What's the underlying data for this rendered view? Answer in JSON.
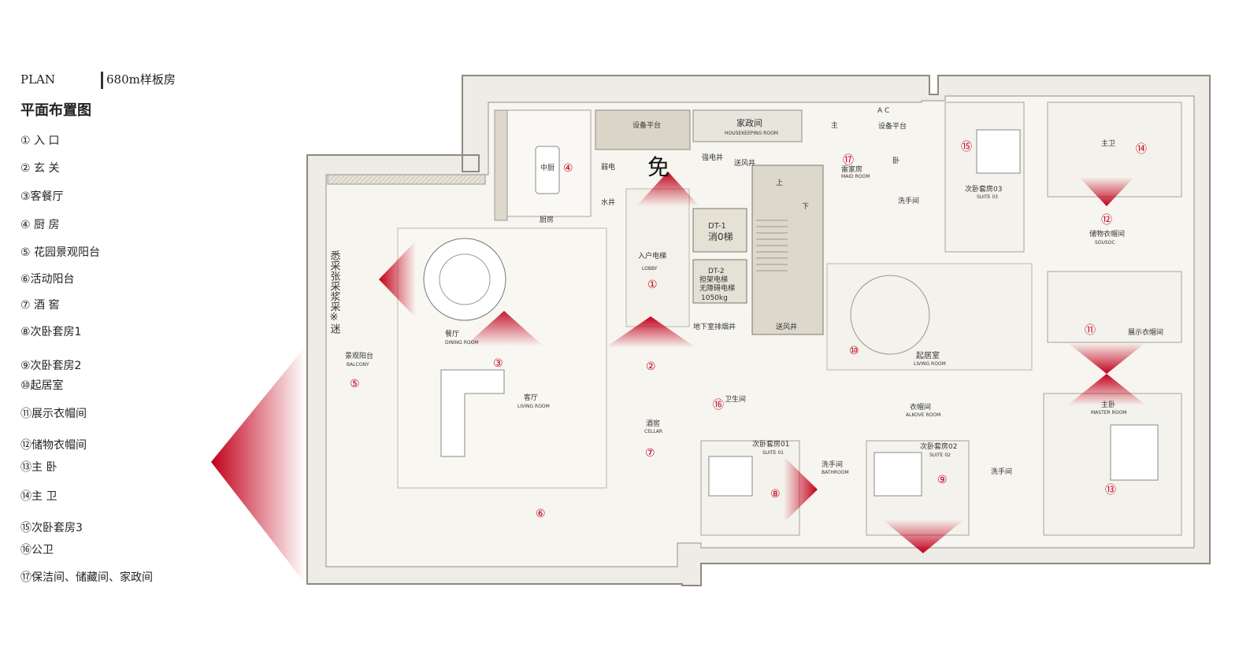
{
  "header": {
    "plan": "PLAN",
    "area": "680m样板房",
    "subtitle": "平面布置图"
  },
  "legend": [
    "① 入  口",
    "② 玄  关",
    "③客餐厅",
    "④ 厨  房",
    "⑤  花园景观阳台",
    "⑥活动阳台",
    "⑦ 酒  窖",
    "⑧次卧套房1",
    "⑨次卧套房2",
    "⑩起居室",
    "⑪展示衣帽间",
    "⑫储物衣帽间",
    "⑬主  卧",
    "⑭主  卫",
    "⑮次卧套房3",
    "⑯公卫",
    "⑰保洁间、储藏间、家政间"
  ],
  "plan_labels": {
    "equip1": "设备平台",
    "equip2": "设备平台",
    "housekeeping": "家政间",
    "housekeeping_en": "HOUSEKEEPING ROOM",
    "kitchen": "厨房",
    "kitchen_cn": "中厨",
    "weak": "弱电",
    "strong": "强电井",
    "fresh_air": "送风井",
    "water": "水井",
    "dt1": "DT-1",
    "fire_lift": "消0梯",
    "dt2": "DT-2",
    "lift2": "担架电梯",
    "lift2b": "无障碍电梯",
    "load": "1050kg",
    "lobby": "入户电梯",
    "lobby_en": "LOBBY",
    "basement": "地下室排烟井",
    "air": "送风井",
    "maid": "雷家房",
    "maid_en": "MAID ROOM",
    "wash1": "洗手间",
    "dining": "餐厅",
    "dining_en": "DINING ROOM",
    "living": "客厅",
    "living_en": "LIVING ROOM",
    "balcony": "景观阳台",
    "balcony_en": "BALCONY",
    "cellar": "酒窖",
    "cellar_en": "CELLAR",
    "public_wc": "卫生间",
    "suite1": "次卧套房01",
    "suite1_en": "SUITE 01",
    "wash2": "洗手间",
    "bathroom": "BATHROOM",
    "cloak": "衣帽间",
    "cloak_en": "ALKOVE ROOM",
    "suite2": "次卧套房02",
    "suite2_en": "SUITE 02",
    "wash3": "洗手间",
    "lounge": "起居室",
    "lounge_en": "LIVING ROOM",
    "suite3": "次卧套房03",
    "suite3_en": "SUITE 03",
    "storage": "储物衣帽间",
    "storage_en": "SOUSOC",
    "display": "展示衣帽间",
    "master": "主卧",
    "master_en": "MASTER ROOM",
    "master_bath": "主卫",
    "vertical_text": "悉采张采浆采※迷",
    "exempt": "免",
    "dining_num": "⑥",
    "shang": "上",
    "xia": "下",
    "zhu": "主",
    "ac": "A C",
    "bath_label": "卧"
  },
  "markers": [
    "①",
    "②",
    "③",
    "④",
    "⑤",
    "⑥",
    "⑦",
    "⑧",
    "⑨",
    "⑩",
    "⑪",
    "⑫",
    "⑬",
    "⑭",
    "⑮",
    "⑯",
    "⑰"
  ],
  "colors": {
    "accent_red": "#c2001b",
    "wall": "#a09a8c",
    "floor": "#f2f0ea",
    "core": "#d4d0c2"
  }
}
